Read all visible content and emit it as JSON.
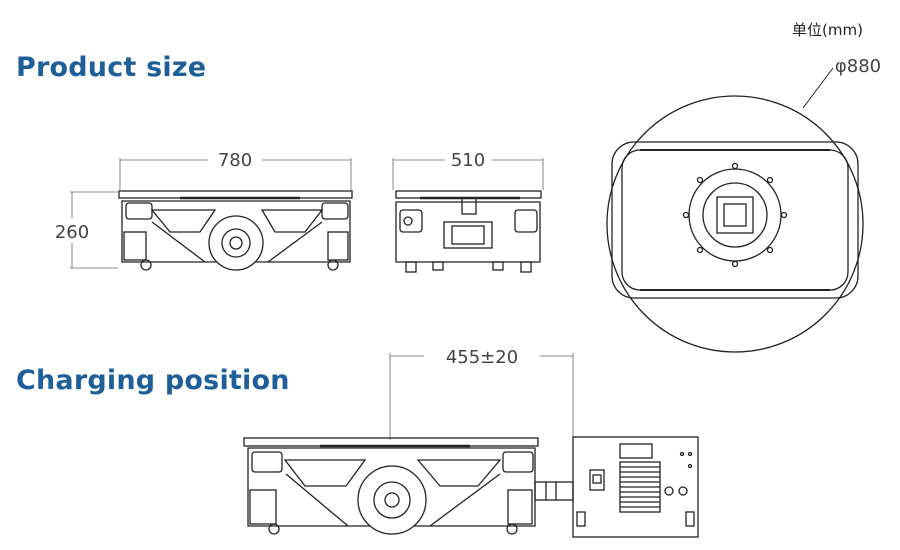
{
  "colors": {
    "heading": "#1f5f99",
    "line": "#222222"
  },
  "headings": {
    "product_size": "Product size",
    "charging_position": "Charging position"
  },
  "unit_label": "单位(mm)",
  "dimensions": {
    "length": "780",
    "height": "260",
    "width": "510",
    "diameter": "φ880",
    "charging_distance": "455±20"
  }
}
